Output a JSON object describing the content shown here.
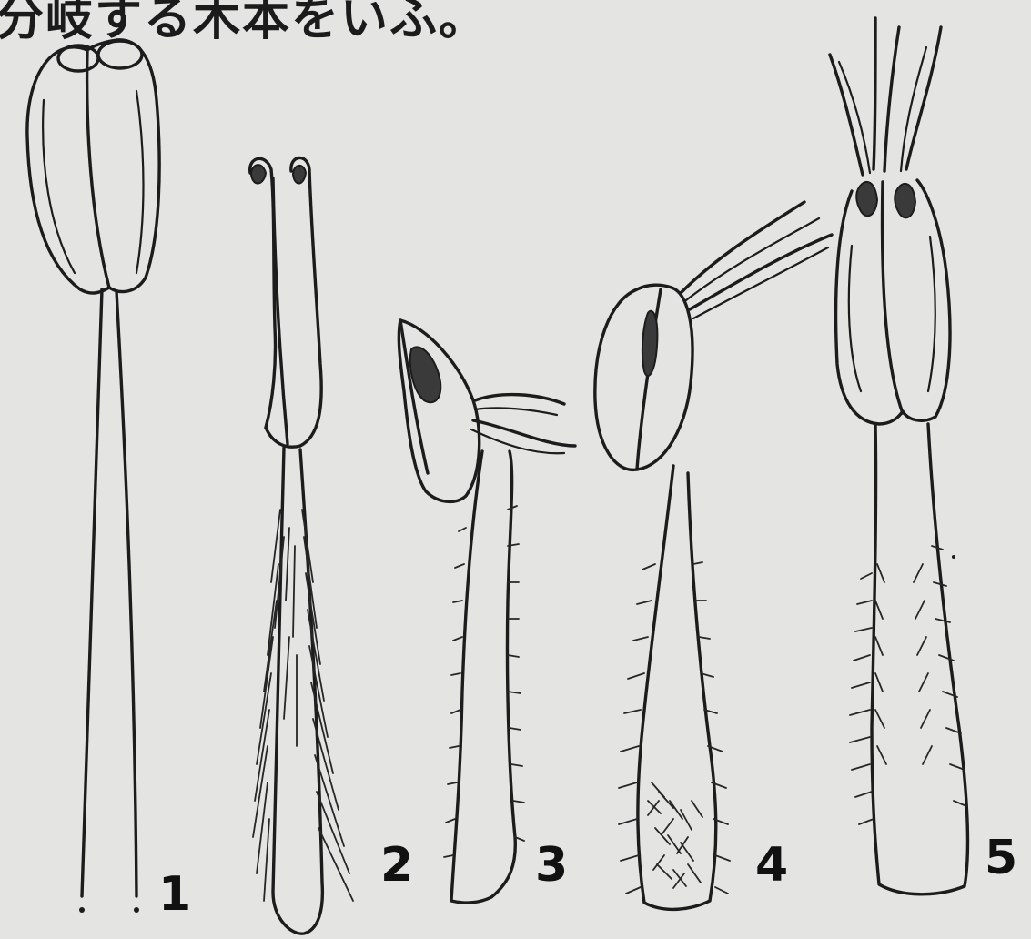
{
  "caption": "分岐する木本をいふ。",
  "figure_labels": [
    "1",
    "2",
    "3",
    "4",
    "5"
  ]
}
